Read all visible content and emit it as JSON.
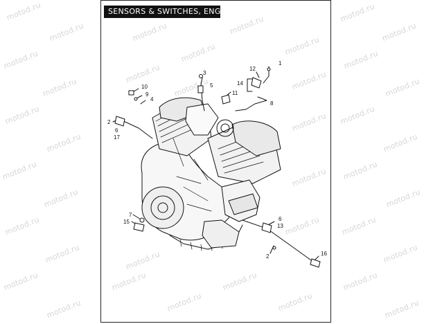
{
  "title": "SENSORS & SWITCHES, ENGINE",
  "watermark": "motod.ru",
  "callouts": [
    "1",
    "12",
    "14",
    "3",
    "5",
    "10",
    "9",
    "4",
    "11",
    "8",
    "2",
    "6",
    "17",
    "7",
    "15",
    "6",
    "13",
    "2",
    "16"
  ]
}
